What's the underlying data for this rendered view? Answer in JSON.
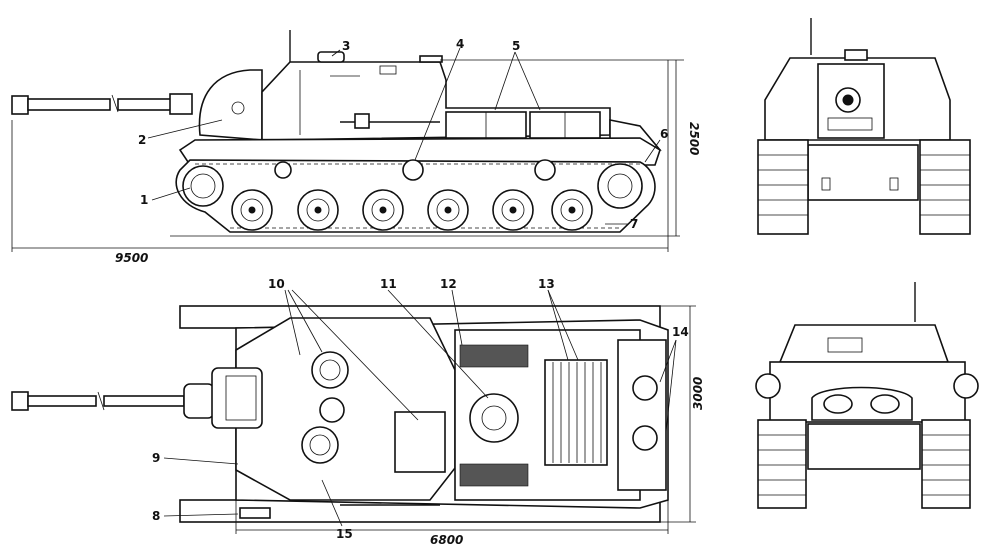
{
  "callouts": [
    "1",
    "2",
    "3",
    "4",
    "5",
    "6",
    "7",
    "8",
    "9",
    "10",
    "11",
    "12",
    "13",
    "14",
    "15"
  ],
  "dimensions": {
    "side_length": "9500",
    "side_height": "2500",
    "top_length": "6800",
    "top_width": "3000"
  }
}
